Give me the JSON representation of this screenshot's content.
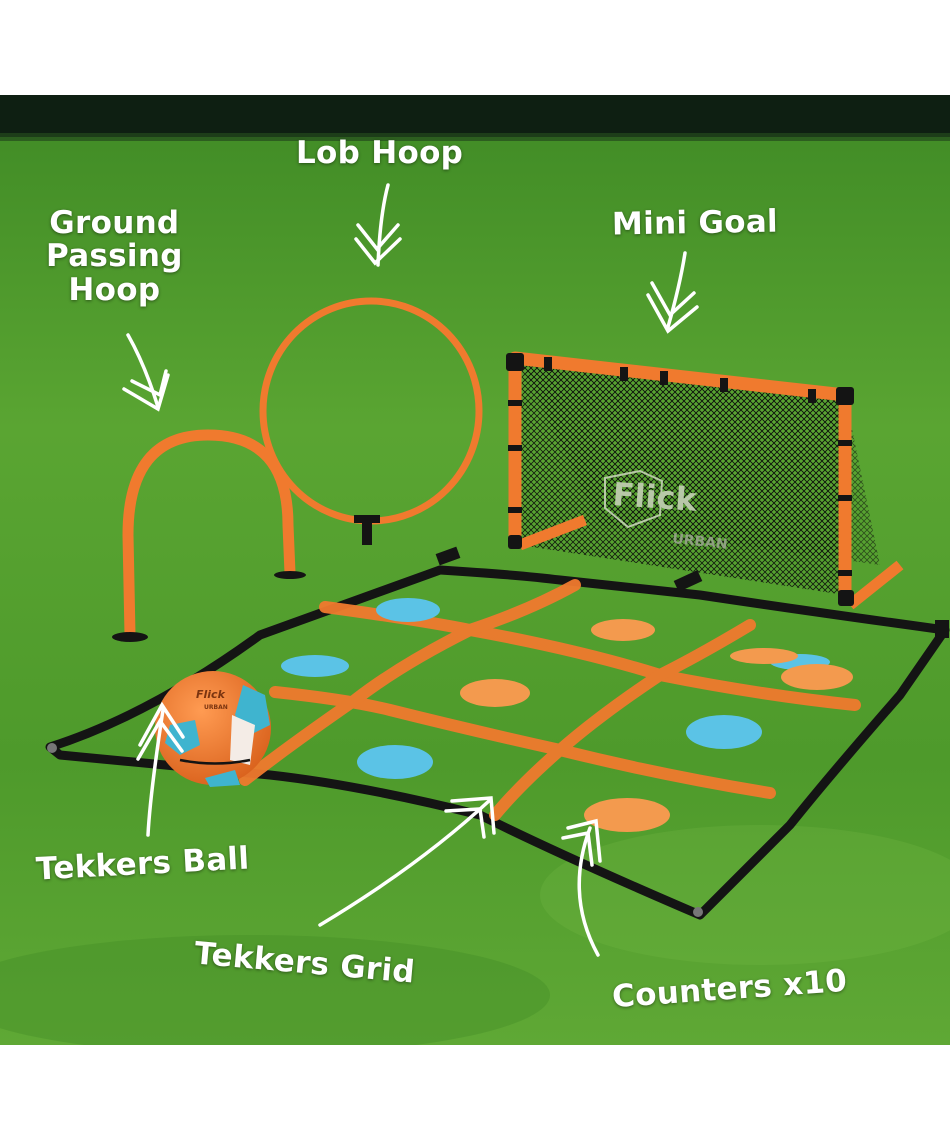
{
  "image": {
    "description": "Flick Urban football training set laid out on grass with annotated components",
    "brand_text": {
      "net_logo": "Flick",
      "net_sublogo": "URBAN",
      "ball_logo": "Flick",
      "ball_sublogo": "URBAN"
    },
    "labels": {
      "lob_hoop": "Lob Hoop",
      "ground_hoop_line1": "Ground",
      "ground_hoop_line2": "Passing",
      "ground_hoop_line3": "Hoop",
      "mini_goal": "Mini Goal",
      "tekkers_ball": "Tekkers Ball",
      "tekkers_grid": "Tekkers Grid",
      "counters": "Counters x10"
    },
    "colors": {
      "background": "#ffffff",
      "grass": "#4f9a2c",
      "grass_light": "#6cb23d",
      "hedge": "#0e1f12",
      "orange": "#f07a2e",
      "counter_orange": "#f39a4e",
      "counter_blue": "#5bc3e6",
      "black_strap": "#141414",
      "label_text": "#ffffff"
    }
  }
}
